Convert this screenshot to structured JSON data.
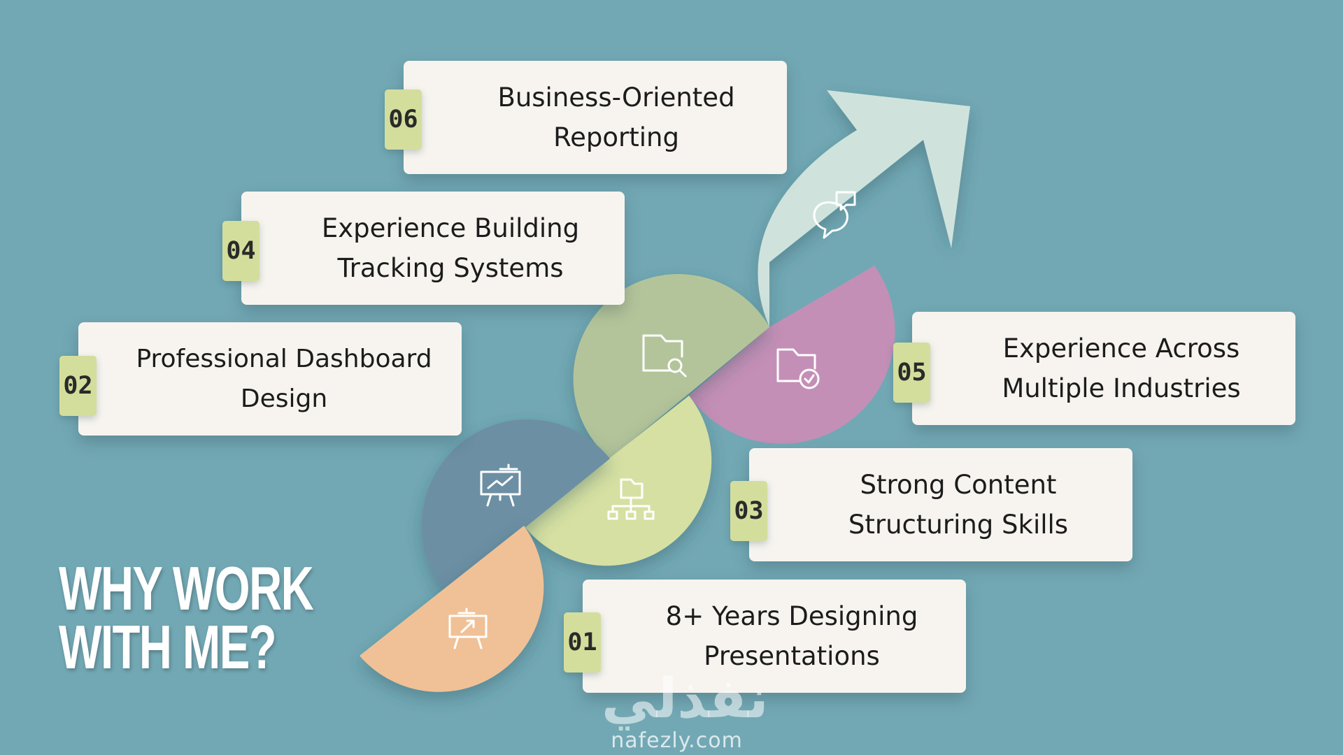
{
  "headline": {
    "line1": "WHY WORK",
    "line2": "WITH ME?"
  },
  "items": [
    {
      "number": "01",
      "text": "8+ Years Designing\nPresentations",
      "icon": "presentation-arrow-icon",
      "color": "#f0c196"
    },
    {
      "number": "02",
      "text": "Professional Dashboard Design",
      "icon": "presentation-chart-icon",
      "color": "#6c8fa3"
    },
    {
      "number": "03",
      "text": "Strong Content\nStructuring Skills",
      "icon": "folder-hierarchy-icon",
      "color": "#d6e0a2"
    },
    {
      "number": "04",
      "text": "Experience Building\nTracking Systems",
      "icon": "folder-search-icon",
      "color": "#b4c49a"
    },
    {
      "number": "05",
      "text": "Experience Across\nMultiple Industries",
      "icon": "folder-check-icon",
      "color": "#c48fb6"
    },
    {
      "number": "06",
      "text": "Business-Oriented\nReporting",
      "icon": "chat-bubbles-icon",
      "color": "#cfe3dc"
    }
  ],
  "watermark": {
    "arabic": "نفذلي",
    "url": "nafezly.com"
  },
  "colors": {
    "background": "#72a8b4",
    "card": "#f7f4ef",
    "badge": "#d4de9c"
  }
}
